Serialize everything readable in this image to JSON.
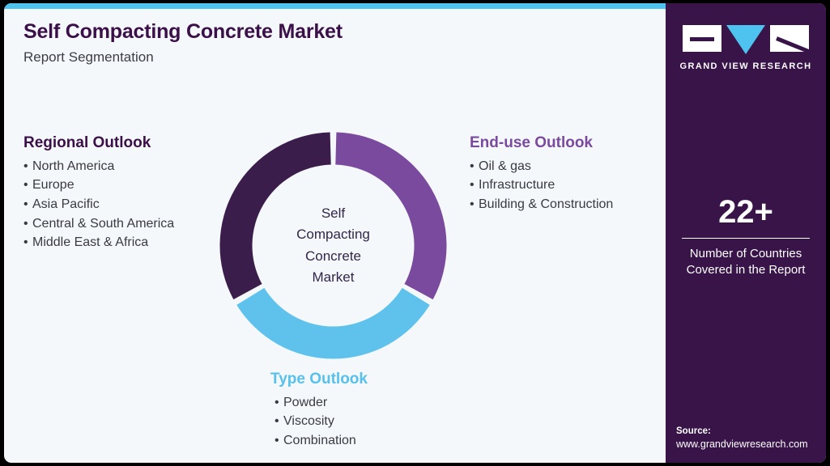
{
  "header": {
    "title": "Self Compacting Concrete Market",
    "subtitle": "Report Segmentation"
  },
  "colors": {
    "background": "#f4f8fb",
    "outer": "#000000",
    "accent_cyan": "#4fc3f0",
    "dark_purple": "#381449",
    "segment_dark_purple": "#3b1d4c",
    "segment_purple": "#7a4a9e",
    "segment_blue": "#5fc2ec",
    "title_purple": "#3b1048",
    "body_gray": "#3a3a42"
  },
  "regional_outlook": {
    "title": "Regional Outlook",
    "items": [
      "North America",
      "Europe",
      "Asia Pacific",
      "Central & South America",
      "Middle East & Africa"
    ]
  },
  "enduse_outlook": {
    "title": "End-use Outlook",
    "items": [
      "Oil & gas",
      "Infrastructure",
      "Building & Construction"
    ]
  },
  "type_outlook": {
    "title": "Type Outlook",
    "items": [
      "Powder",
      "Viscosity",
      "Combination"
    ]
  },
  "donut_center": {
    "line1": "Self",
    "line2": "Compacting",
    "line3": "Concrete",
    "line4": "Market"
  },
  "side_panel": {
    "logo_wordmark": "GRAND VIEW RESEARCH",
    "stat_value": "22+",
    "stat_label_line1": "Number of Countries",
    "stat_label_line2": "Covered in the Report",
    "source_label": "Source:",
    "source_url": "www.grandviewresearch.com"
  },
  "chart_data": {
    "type": "pie",
    "title": "Self Compacting Concrete Market",
    "subtitle": "Report Segmentation",
    "variant": "donut",
    "categories": [
      "Regional Outlook",
      "End-use Outlook",
      "Type Outlook"
    ],
    "values": [
      33.33,
      33.33,
      33.33
    ],
    "colors": [
      "#3b1d4c",
      "#7a4a9e",
      "#5fc2ec"
    ],
    "segments": [
      {
        "label": "Regional Outlook",
        "color": "#3b1d4c",
        "start_angle": 240,
        "end_angle": 360,
        "share_percent": 33.33,
        "items": [
          "North America",
          "Europe",
          "Asia Pacific",
          "Central & South America",
          "Middle East & Africa"
        ]
      },
      {
        "label": "End-use Outlook",
        "color": "#7a4a9e",
        "start_angle": 0,
        "end_angle": 120,
        "share_percent": 33.33,
        "items": [
          "Oil & gas",
          "Infrastructure",
          "Building & Construction"
        ]
      },
      {
        "label": "Type Outlook",
        "color": "#5fc2ec",
        "start_angle": 120,
        "end_angle": 240,
        "share_percent": 33.33,
        "items": [
          "Powder",
          "Viscosity",
          "Combination"
        ]
      }
    ],
    "center_label": "Self Compacting Concrete Market",
    "legend": "inline-labels",
    "grid": false,
    "xlabel": "",
    "ylabel": ""
  }
}
